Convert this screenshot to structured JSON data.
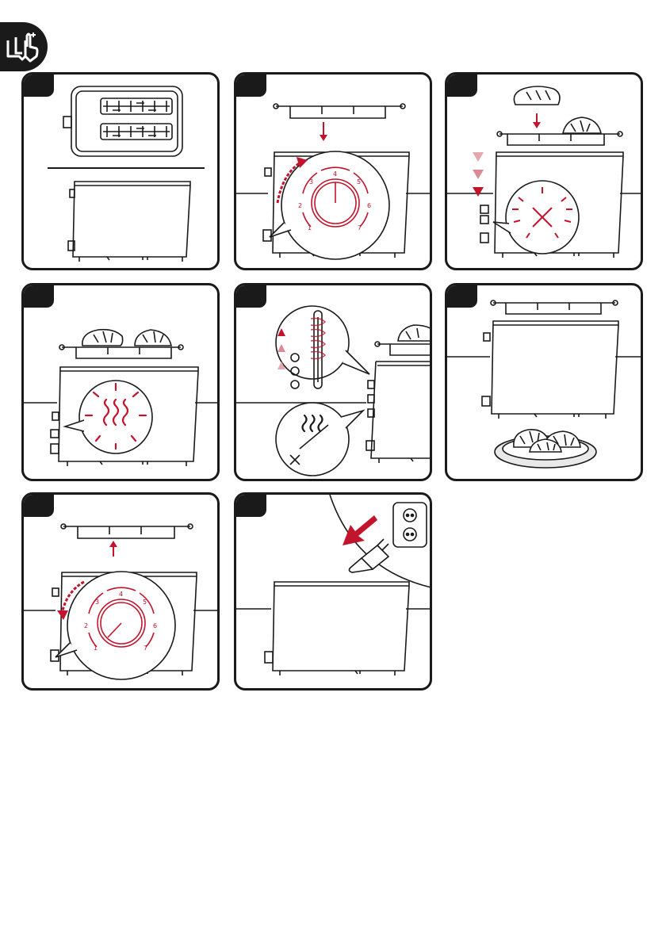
{
  "header": {
    "icon": "read-manual-icon"
  },
  "steps": [
    {
      "id": "step-1",
      "scene": "toaster-top-and-side"
    },
    {
      "id": "step-2",
      "scene": "lower-lever-set-browning"
    },
    {
      "id": "step-3",
      "scene": "do-not-overload"
    },
    {
      "id": "step-4",
      "scene": "toasting-heat"
    },
    {
      "id": "step-5",
      "scene": "function-buttons"
    },
    {
      "id": "step-6",
      "scene": "serve-toast"
    },
    {
      "id": "step-7",
      "scene": "turn-knob-lift-lever"
    },
    {
      "id": "step-8",
      "scene": "unplug"
    }
  ],
  "dial": {
    "numbers": [
      "1",
      "2",
      "3",
      "4",
      "5",
      "6",
      "7"
    ]
  },
  "colors": {
    "accent": "#c2142c",
    "accent_light": "#d98a96",
    "ink": "#1a1a1a"
  }
}
